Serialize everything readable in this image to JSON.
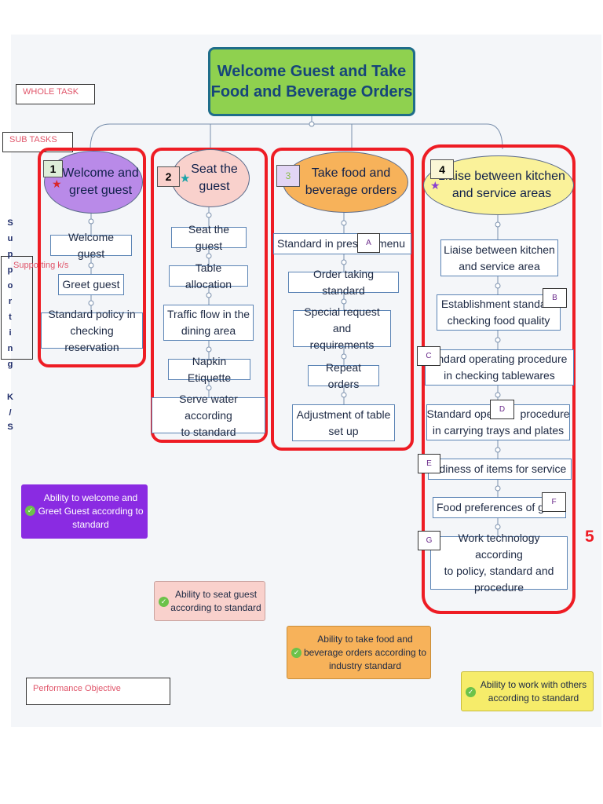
{
  "labels": {
    "whole_task": "WHOLE TASK",
    "sub_tasks": "SUB TASKS",
    "supporting": "Supporting k/s",
    "performance_objective": "Performance Objective",
    "vertical_text": [
      "S",
      "u",
      "p",
      "p",
      "o",
      "r",
      "t",
      "i",
      "n",
      "g",
      "",
      "K",
      "/",
      "S"
    ],
    "big_number": "5"
  },
  "title": {
    "line1": "Welcome Guest and Take",
    "line2": "Food and Beverage Orders"
  },
  "subtasks": [
    {
      "number": "1",
      "line1": "Welcome and",
      "line2": "greet guest",
      "color": "#b98ae8"
    },
    {
      "number": "2",
      "line1": "Seat the",
      "line2": "guest",
      "color": "#f9d1cc"
    },
    {
      "number": "3",
      "line1": "Take food and",
      "line2": "beverage orders",
      "color": "#f7b25a"
    },
    {
      "number": "4",
      "line1": "Liaise between  kitchen",
      "line2": "and service areas",
      "color": "#faf29a"
    }
  ],
  "columns": {
    "col1": [
      {
        "l1": "Welcome guest",
        "l2": ""
      },
      {
        "l1": "Greet guest",
        "l2": ""
      },
      {
        "l1": "Standard policy in",
        "l2": "checking reservation"
      }
    ],
    "col2": [
      {
        "l1": "Seat the guest",
        "l2": ""
      },
      {
        "l1": "Table allocation",
        "l2": ""
      },
      {
        "l1": "Traffic flow in the",
        "l2": "dining area"
      },
      {
        "l1": "Napkin Etiquette",
        "l2": ""
      },
      {
        "l1": "Serve water according",
        "l2": "to standard"
      }
    ],
    "col3": [
      {
        "l1": "Standard in prese",
        "l2": "menu"
      },
      {
        "l1": "Order taking standard",
        "l2": ""
      },
      {
        "l1": "Special request and",
        "l2": "requirements"
      },
      {
        "l1": "Repeat orders",
        "l2": ""
      },
      {
        "l1": "Adjustment of table",
        "l2": "set up"
      }
    ],
    "col4": [
      {
        "l1": "Liaise between kitchen",
        "l2": "and service area"
      },
      {
        "l1": "Establishment standard",
        "l2": "checking food quality"
      },
      {
        "l1": "andard operating procedure",
        "l2": "in checking tablewares"
      },
      {
        "l1": "Standard ope         procedure",
        "l2": "in carrying trays and plates"
      },
      {
        "l1": "adiness of items for service",
        "l2": ""
      },
      {
        "l1": "Food preferences of gu",
        "l2": ""
      },
      {
        "l1": "Work technology according",
        "l2": "to policy, standard and",
        "l3": "procedure"
      }
    ]
  },
  "letters": [
    "A",
    "B",
    "C",
    "D",
    "E",
    "F",
    "G"
  ],
  "objectives": [
    {
      "l1": "Ability to welcome and",
      "l2": "Greet Guest according to",
      "l3": "standard",
      "color": "#8a2be2"
    },
    {
      "l1": "Ability to seat guest",
      "l2": "according to standard",
      "l3": "",
      "color": "#f9d1cc"
    },
    {
      "l1": "Ability to take food and",
      "l2": "beverage orders according to",
      "l3": "industry standard",
      "color": "#f7b25a"
    },
    {
      "l1": "Ability to work with others",
      "l2": "according to standard",
      "l3": "",
      "color": "#f6ec6a"
    }
  ]
}
